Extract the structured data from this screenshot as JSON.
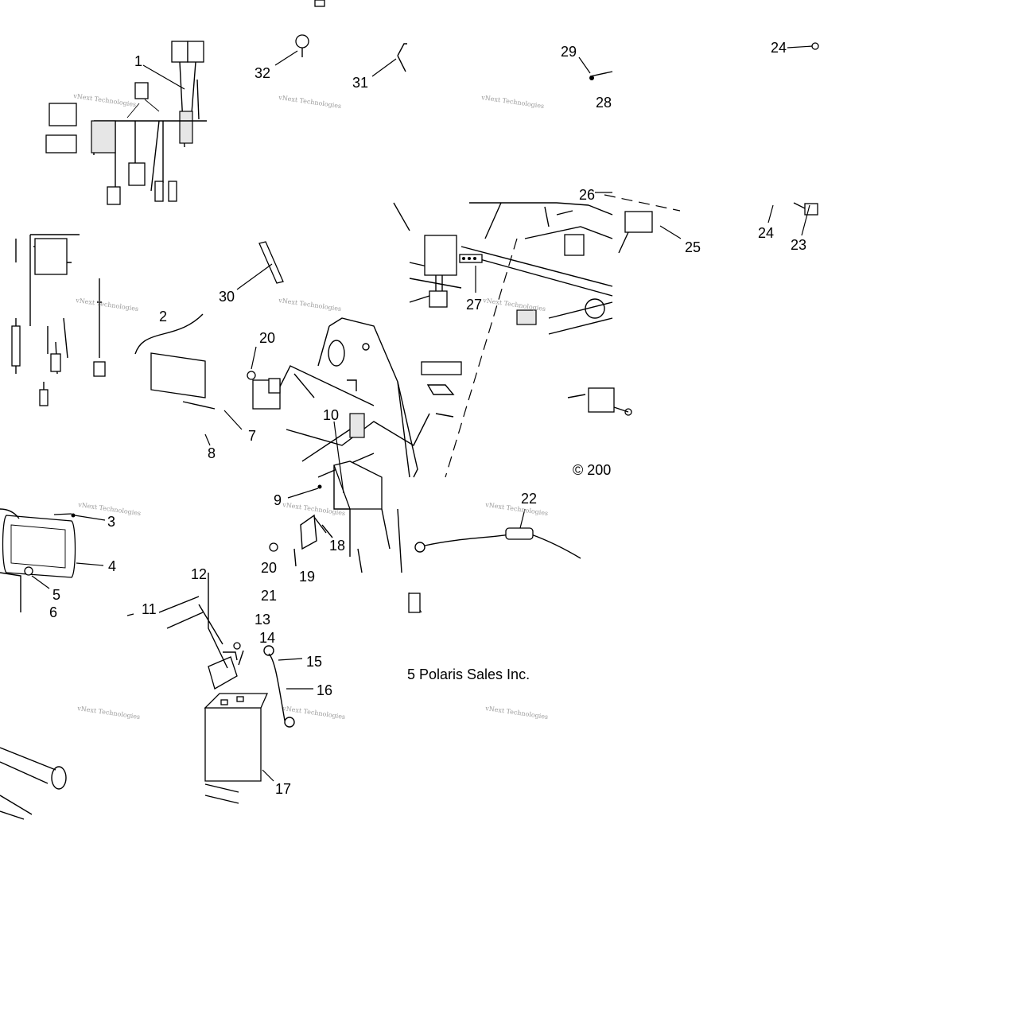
{
  "callouts": [
    "1",
    "2",
    "3",
    "4",
    "5",
    "6",
    "7",
    "8",
    "9",
    "10",
    "11",
    "12",
    "13",
    "14",
    "15",
    "16",
    "17",
    "18",
    "19",
    "20",
    "20",
    "21",
    "22",
    "23",
    "24",
    "24",
    "25",
    "26",
    "27",
    "28",
    "29",
    "30",
    "31",
    "32"
  ],
  "watermark": "vNext Technologies",
  "copyright": {
    "part_a": "© 200",
    "part_b": "5 Polaris Sales Inc."
  }
}
